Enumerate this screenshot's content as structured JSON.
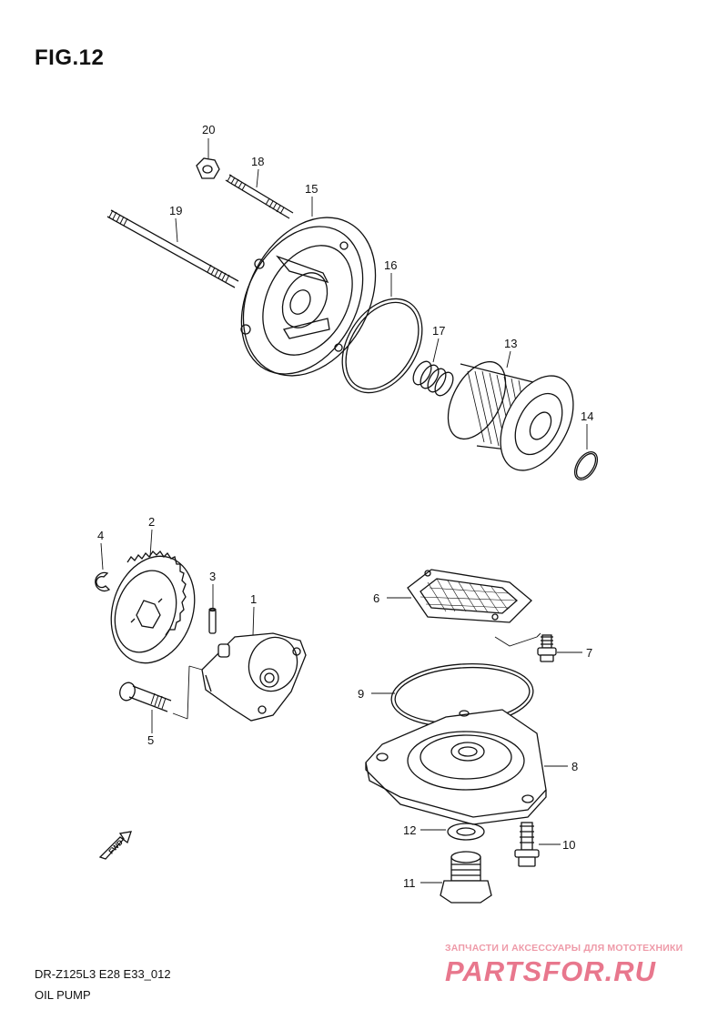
{
  "figure": {
    "title": "FIG.12",
    "model_code": "DR-Z125L3 E28 E33_012",
    "section_name": "OIL PUMP"
  },
  "callouts": [
    "1",
    "2",
    "3",
    "4",
    "5",
    "6",
    "7",
    "8",
    "9",
    "10",
    "11",
    "12",
    "13",
    "14",
    "15",
    "16",
    "17",
    "18",
    "19",
    "20"
  ],
  "fwd_label": "FWD",
  "watermark": {
    "tagline": "ЗАПЧАСТИ И АКСЕССУАРЫ ДЛЯ МОТОТЕХНИКИ",
    "logo": "PARTSFOR.RU"
  }
}
